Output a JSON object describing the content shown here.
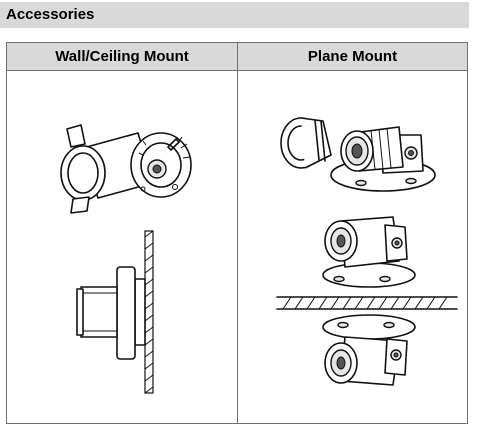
{
  "section": {
    "title": "Accessories"
  },
  "table": {
    "columns": [
      "Wall/Ceiling Mount",
      "Plane Mount"
    ]
  }
}
